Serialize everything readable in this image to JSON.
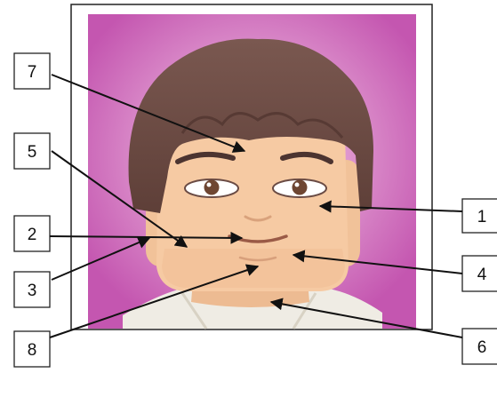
{
  "labels": [
    {
      "id": "1",
      "text": "1"
    },
    {
      "id": "2",
      "text": "2"
    },
    {
      "id": "3",
      "text": "3"
    },
    {
      "id": "4",
      "text": "4"
    },
    {
      "id": "5",
      "text": "5"
    },
    {
      "id": "6",
      "text": "6"
    },
    {
      "id": "7",
      "text": "7"
    },
    {
      "id": "8",
      "text": "8"
    }
  ],
  "colors": {
    "background": "#c456b0",
    "hair": "#6b4a42",
    "skin": "#f5c9a1",
    "frame": "#222222",
    "arrow": "#111111"
  }
}
